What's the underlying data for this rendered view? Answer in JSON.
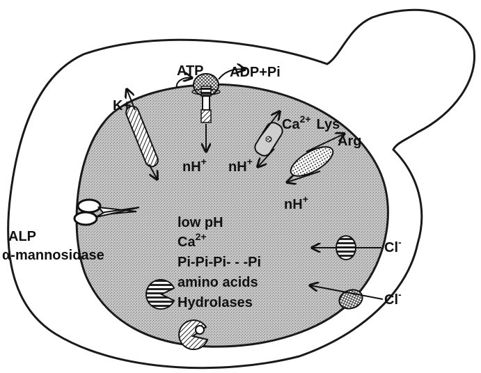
{
  "labels": {
    "atp": "ATP",
    "adp_pi": "ADP+Pi",
    "k_plus": "K+",
    "ca2_plus_lys_ca": "Ca",
    "ca2_plus_lys_sup": "2+",
    "ca2_plus_lys_lys": "Lys",
    "arg": "Arg",
    "nh_plus_1": "nH",
    "nh_plus_1_sup": "+",
    "nh_plus_2": "nH",
    "nh_plus_2_sup": "+",
    "nh_plus_3": "nH",
    "nh_plus_3_sup": "+",
    "alp": "ALP",
    "alpha_mannosidase": "α-mannosidase",
    "cl_1": "Cl",
    "cl_1_sup": "-",
    "cl_2": "Cl",
    "cl_2_sup": "-"
  },
  "lumen": {
    "low_ph": "low pH",
    "ca2_ca": "Ca",
    "ca2_sup": "2+",
    "polyphosphate": "Pi-Pi-Pi- - -Pi",
    "amino_acids": "amino acids",
    "hydrolases": "Hydrolases"
  },
  "colors": {
    "vacuole_fill": "#bdbdbd",
    "outline": "#1a1a1a",
    "background": "#ffffff"
  },
  "icons": [
    "scissors-icon",
    "pacman-hydrolase-icon",
    "atpase-pump-icon",
    "transporter-icon"
  ]
}
